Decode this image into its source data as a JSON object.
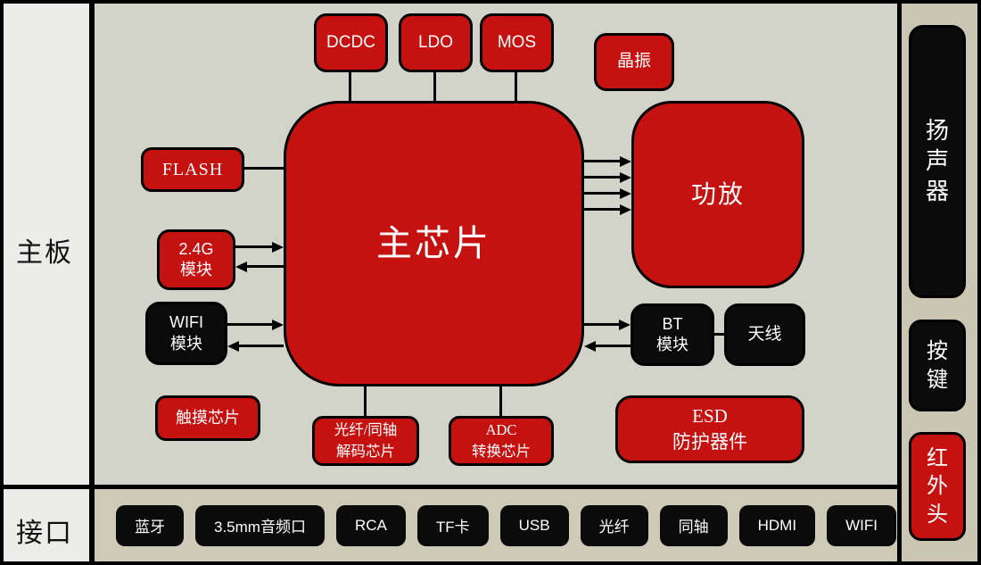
{
  "colors": {
    "main_bg": "#D2D4CA",
    "left_sidebar_bg": "#ECECEA",
    "right_sidebar_bg": "#CBC6B4",
    "interface_row_bg": "#CFC9B7",
    "block_red": "#C61111",
    "block_black": "#0B0B0B",
    "line_black": "#000000",
    "text_white": "#FFFFFF"
  },
  "left_sidebar": {
    "top_label": "主板",
    "bottom_label": "接口"
  },
  "power_row": [
    "DCDC",
    "LDO",
    "MOS"
  ],
  "blocks": {
    "crystal": "晶振",
    "main_chip": "主芯片",
    "amplifier": "功放",
    "flash": "FLASH",
    "rf24g": {
      "line1": "2.4G",
      "line2": "模块"
    },
    "wifi_module": {
      "line1": "WIFI",
      "line2": "模块"
    },
    "touch_chip": "触摸芯片",
    "decoder": {
      "line1": "光纤/同轴",
      "line2": "解码芯片"
    },
    "adc": {
      "line1": "ADC",
      "line2": "转换芯片"
    },
    "esd": {
      "line1": "ESD",
      "line2": "防护器件"
    },
    "bt_module": {
      "line1": "BT",
      "line2": "模块"
    },
    "antenna": "天线"
  },
  "right_sidebar": {
    "speaker": "扬声器",
    "keys": "按键",
    "ir_head": "红外头"
  },
  "interface_row": {
    "items": [
      {
        "label": "蓝牙"
      },
      {
        "label": "3.5mm音频口"
      },
      {
        "label": "RCA"
      },
      {
        "label": "TF卡"
      },
      {
        "label": "USB"
      },
      {
        "label": "光纤"
      },
      {
        "label": "同轴"
      },
      {
        "label": "HDMI"
      },
      {
        "label": "WIFI"
      }
    ]
  }
}
